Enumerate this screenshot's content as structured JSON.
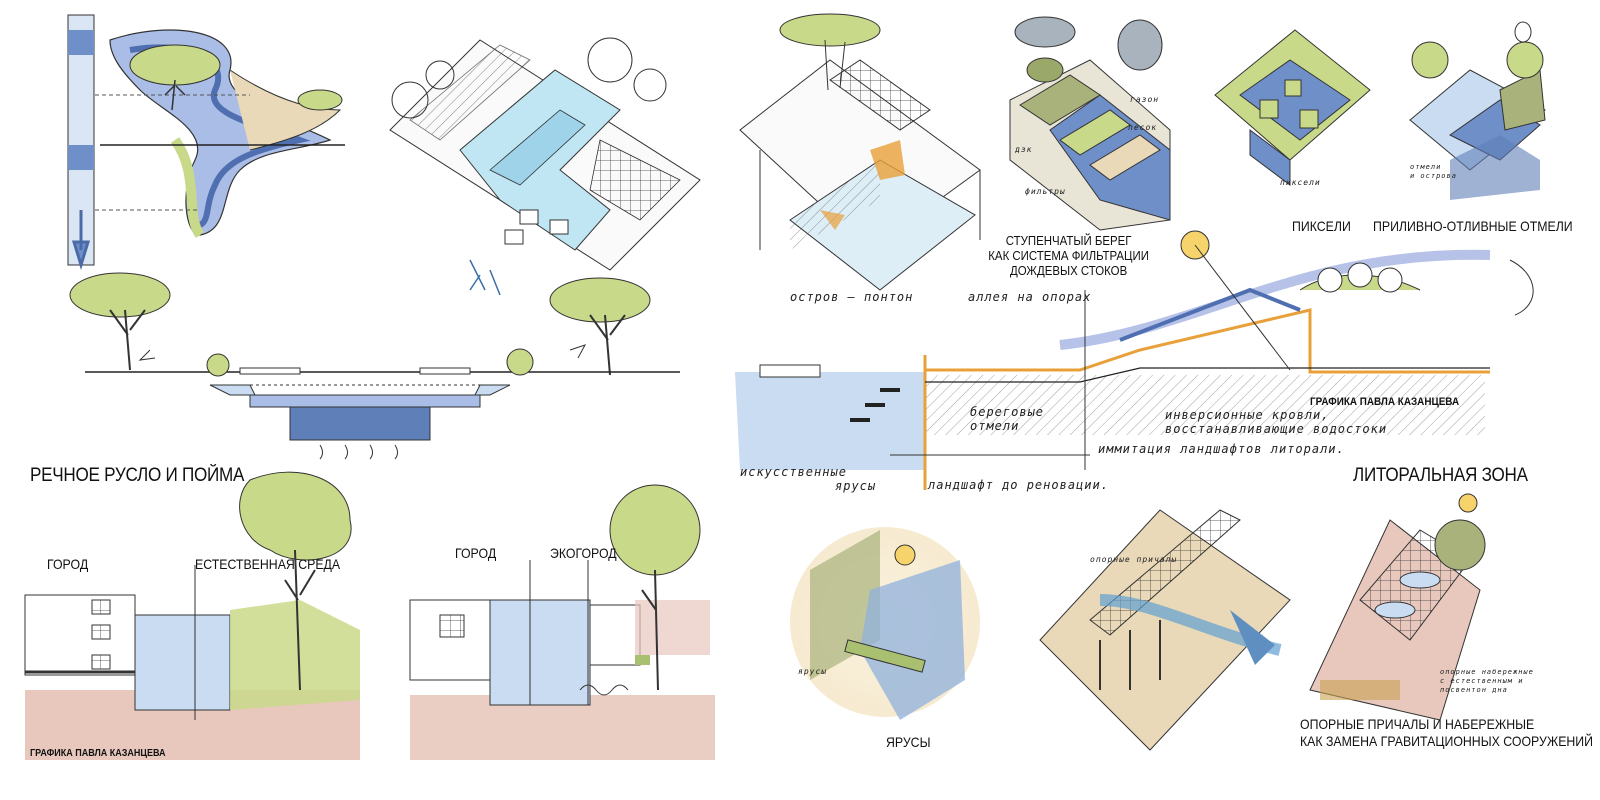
{
  "titles": {
    "river_bed": "РЕЧНОЕ РУСЛО И ПОЙМА",
    "littoral": "ЛИТОРАЛЬНАЯ ЗОНА"
  },
  "labels": {
    "city_1": "ГОРОД",
    "natural": "ЕСТЕСТВЕННАЯ СРЕДА",
    "city_2": "ГОРОД",
    "ecocity": "ЭКОГОРОД",
    "credit_bottom": "ГРАФИКА ПАВЛА КАЗАНЦЕВА",
    "credit_right": "ГРАФИКА ПАВЛА КАЗАНЦЕВА",
    "stepped_1": "СТУПЕНЧАТЫЙ БЕРЕГ",
    "stepped_2": "КАК СИСТЕМА ФИЛЬТРАЦИИ",
    "stepped_3": "ДОЖДЕВЫХ СТОКОВ",
    "pixels": "ПИКСЕЛИ",
    "tidal": "ПРИЛИВНО-ОТЛИВНЫЕ ОТМЕЛИ",
    "tiers": "ЯРУСЫ",
    "piers_1": "ОПОРНЫЕ ПРИЧАЛЫ И НАБЕРЕЖНЫЕ",
    "piers_2": "КАК ЗАМЕНА ГРАВИТАЦИОННЫХ СООРУЖЕНИЙ"
  },
  "handwritten": {
    "island": "остров – понтон",
    "alley": "аллея на опорах",
    "shore_shoals_1": "береговые",
    "shore_shoals_2": "отмели",
    "inversion_1": "инверсионные кровли,",
    "inversion_2": "восстанавливающие водостоки",
    "imitation": "иммитация ландшафтов литорали.",
    "artificial_1": "искусственные",
    "artificial_2": "ярусы",
    "before": "ландшафт до реновации.",
    "grass": "газон",
    "sand": "песок",
    "dzk": "дзк",
    "filters": "фильтры",
    "pixels_small": "пиксели",
    "shoals_small_1": "отмели",
    "shoals_small_2": "и острова",
    "piers_small": "опорные причалы",
    "tiers_small": "ярусы",
    "embank_1": "опорные набережные",
    "embank_2": "с естественным и",
    "embank_3": "посвентон дна"
  },
  "colors": {
    "water_light": "#c9dcf2",
    "water_mid": "#8fb0dc",
    "water_dark": "#5f7fb8",
    "cyan": "#bfe6f2",
    "green": "#c9d98a",
    "olive": "#a8b27a",
    "sand": "#e9d9b8",
    "soil": "#e8c8bd",
    "orange": "#e8a03a"
  }
}
